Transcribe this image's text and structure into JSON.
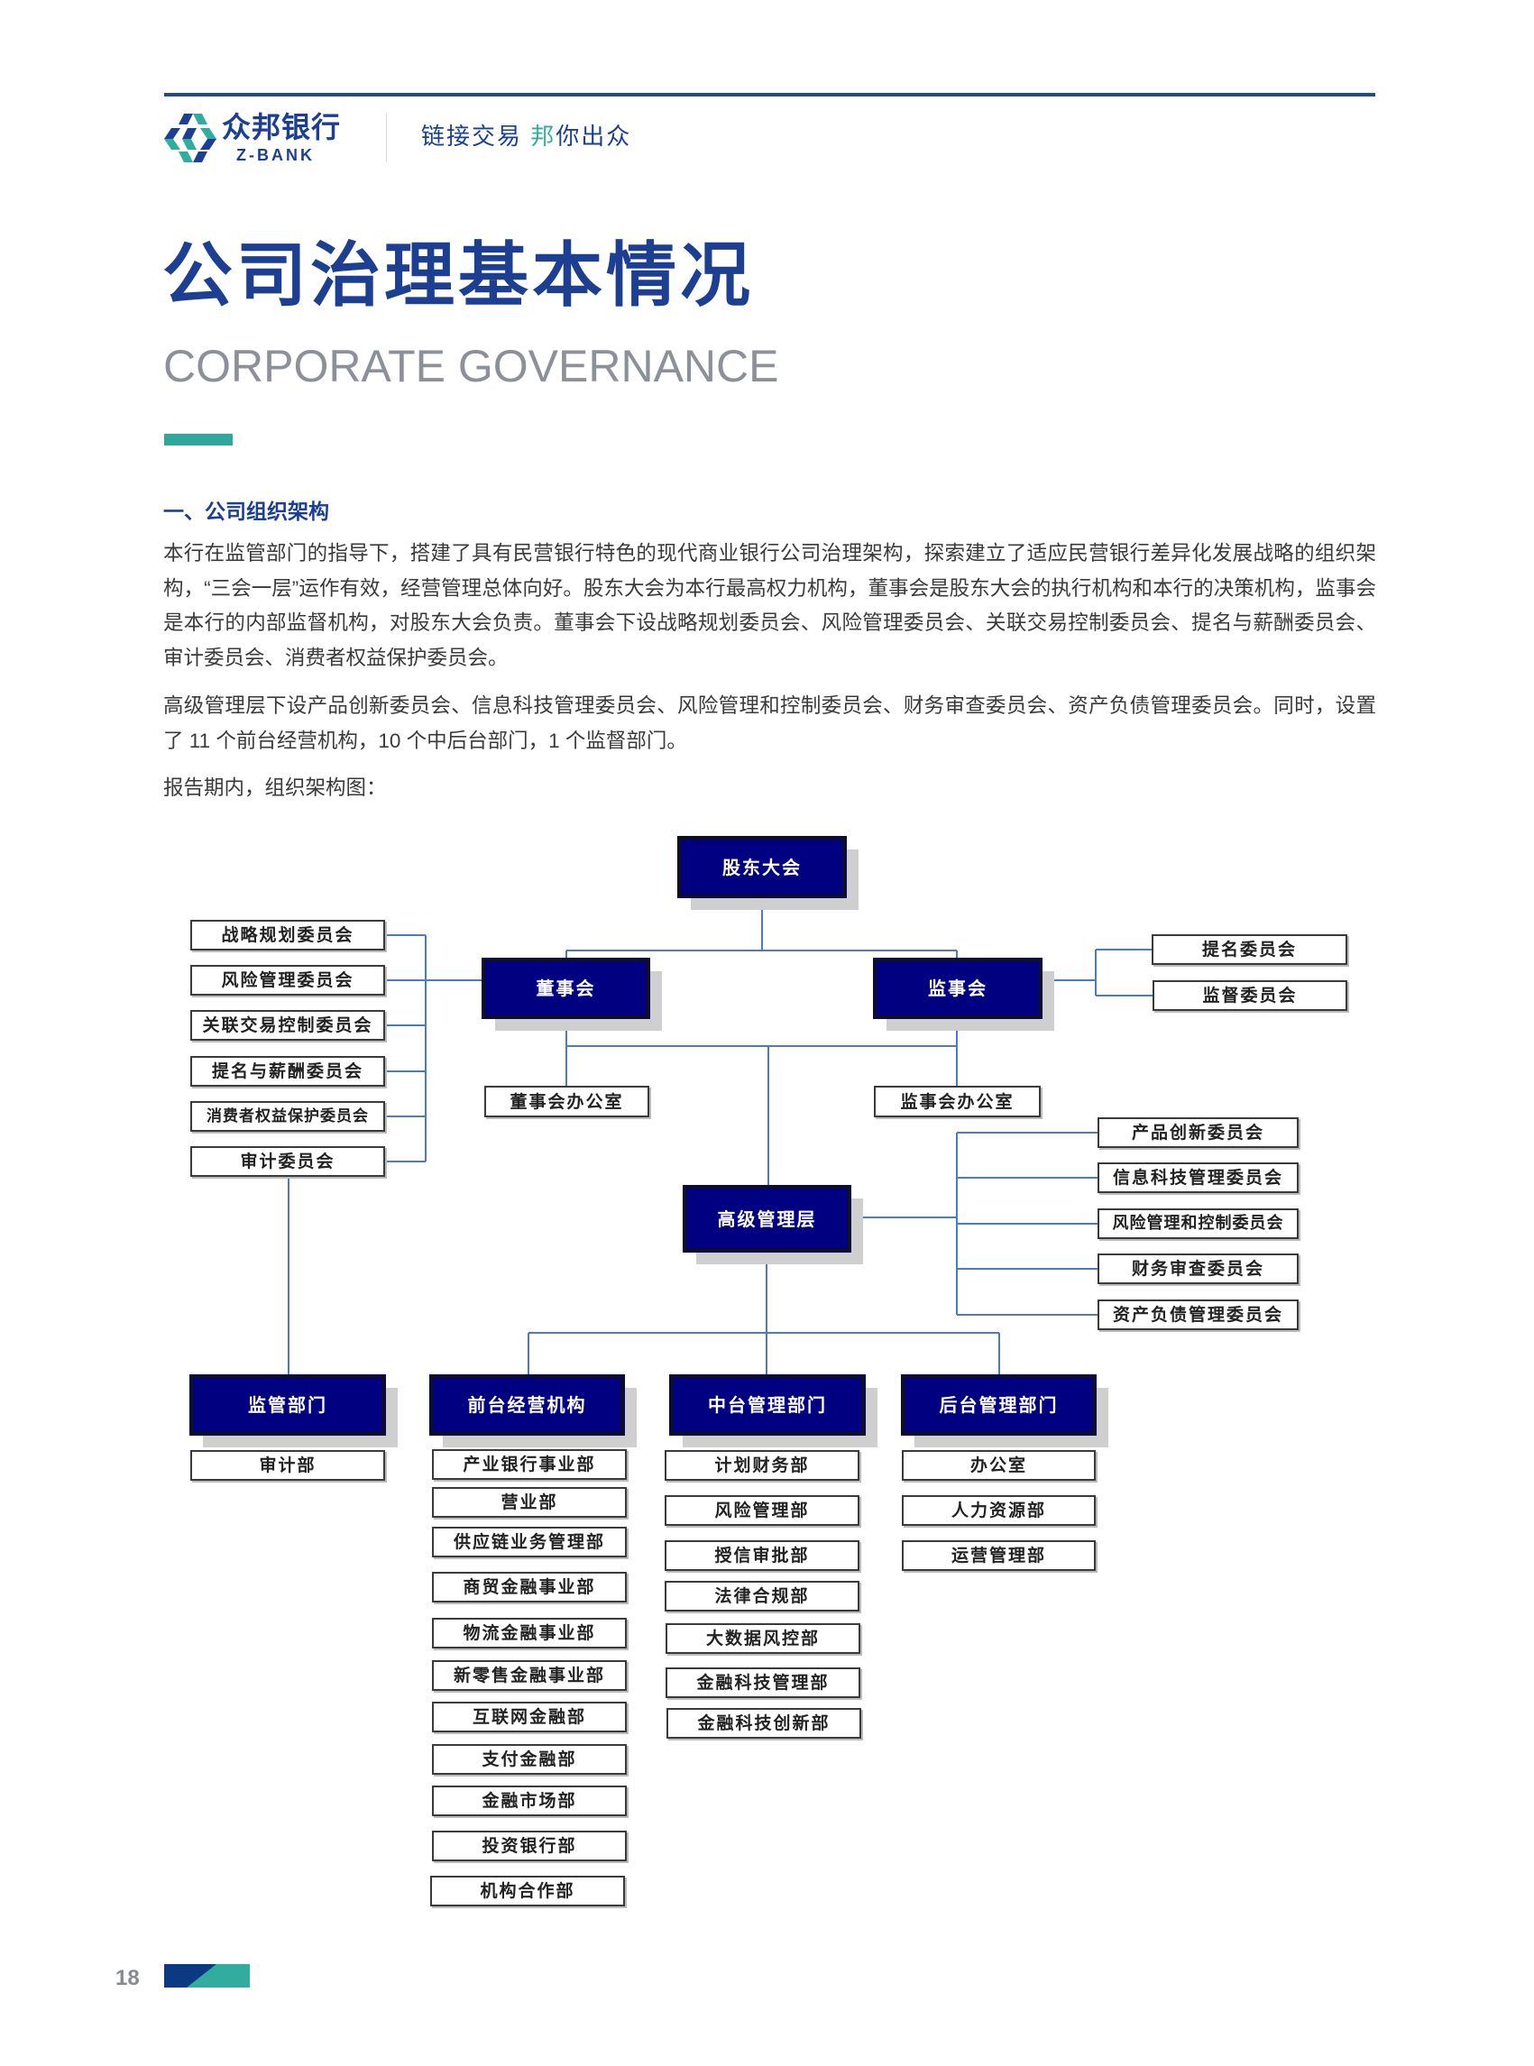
{
  "header": {
    "brand_cn": "众邦银行",
    "brand_en": "Z-BANK",
    "slogan_part1": "链接交易 ",
    "slogan_accent": "邦",
    "slogan_part2": "你出众"
  },
  "page": {
    "title": "公司治理基本情况",
    "subtitle": "CORPORATE GOVERNANCE",
    "section_heading": "一、公司组织架构",
    "paragraphs": [
      "本行在监管部门的指导下，搭建了具有民营银行特色的现代商业银行公司治理架构，探索建立了适应民营银行差异化发展战略的组织架构，“三会一层”运作有效，经营管理总体向好。股东大会为本行最高权力机构，董事会是股东大会的执行机构和本行的决策机构，监事会是本行的内部监督机构，对股东大会负责。董事会下设战略规划委员会、风险管理委员会、关联交易控制委员会、提名与薪酬委员会、审计委员会、消费者权益保护委员会。",
      "高级管理层下设产品创新委员会、信息科技管理委员会、风险管理和控制委员会、财务审查委员会、资产负债管理委员会。同时，设置了 11 个前台经营机构，10 个中后台部门，1 个监督部门。",
      "报告期内，组织架构图："
    ],
    "page_number": "18"
  },
  "org": {
    "shareholders": "股东大会",
    "board": "董事会",
    "supervisors": "监事会",
    "board_office": "董事会办公室",
    "supervisors_office": "监事会办公室",
    "senior_mgmt": "高级管理层",
    "board_committees": [
      "战略规划委员会",
      "风险管理委员会",
      "关联交易控制委员会",
      "提名与薪酬委员会",
      "消费者权益保护委员会",
      "审计委员会"
    ],
    "supervisor_committees": [
      "提名委员会",
      "监督委员会"
    ],
    "mgmt_committees": [
      "产品创新委员会",
      "信息科技管理委员会",
      "风险管理和控制委员会",
      "财务审查委员会",
      "资产负债管理委员会"
    ],
    "divisions": [
      {
        "title": "监管部门",
        "units": [
          "审计部"
        ]
      },
      {
        "title": "前台经营机构",
        "units": [
          "产业银行事业部",
          "营业部",
          "供应链业务管理部",
          "商贸金融事业部",
          "物流金融事业部",
          "新零售金融事业部",
          "互联网金融部",
          "支付金融部",
          "金融市场部",
          "投资银行部",
          "机构合作部"
        ]
      },
      {
        "title": "中台管理部门",
        "units": [
          "计划财务部",
          "风险管理部",
          "授信审批部",
          "法律合规部",
          "大数据风控部",
          "金融科技管理部",
          "金融科技创新部"
        ]
      },
      {
        "title": "后台管理部门",
        "units": [
          "办公室",
          "人力资源部",
          "运营管理部"
        ]
      }
    ]
  }
}
